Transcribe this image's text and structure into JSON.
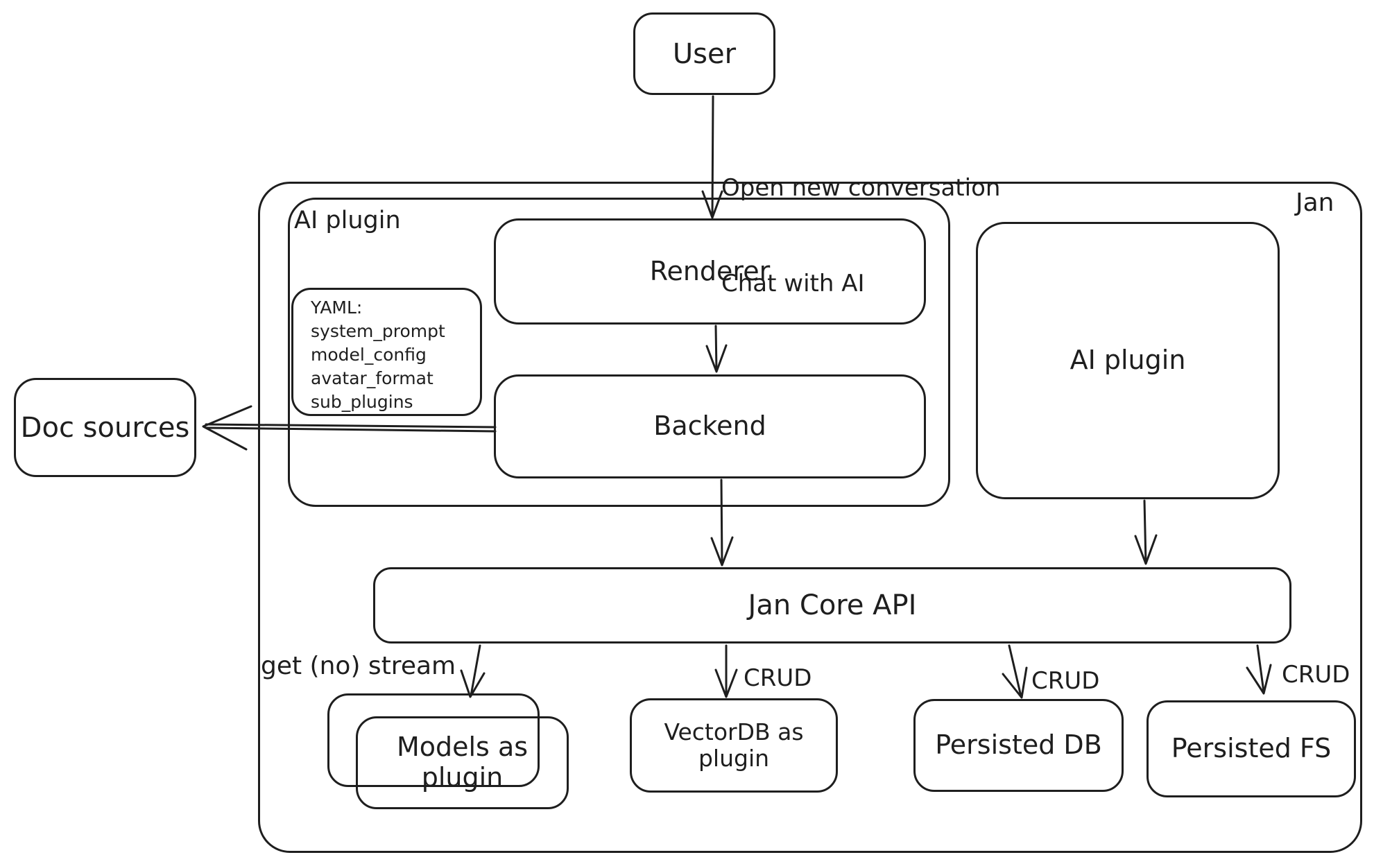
{
  "colors": {
    "stroke": "#1e1e1e",
    "background": "#ffffff"
  },
  "nodes": {
    "user": {
      "label": "User"
    },
    "jan": {
      "label": "Jan"
    },
    "ai_plugin_left": {
      "label": "AI plugin"
    },
    "renderer": {
      "label": "Renderer"
    },
    "backend": {
      "label": "Backend"
    },
    "yaml_note": {
      "lines": [
        "YAML:",
        "system_prompt",
        "model_config",
        "avatar_format",
        "sub_plugins"
      ]
    },
    "doc_sources": {
      "label": "Doc sources"
    },
    "ai_plugin_right": {
      "label": "AI plugin"
    },
    "jan_core_api": {
      "label": "Jan Core API"
    },
    "models_as_plugin": {
      "label": "Models as plugin"
    },
    "vectordb_as_plugin": {
      "label": "VectorDB as plugin"
    },
    "persisted_db": {
      "label": "Persisted DB"
    },
    "persisted_fs": {
      "label": "Persisted FS"
    }
  },
  "edges": {
    "user_to_renderer": {
      "lines": [
        "Open new conversation",
        "Chat with AI"
      ]
    },
    "api_to_models": {
      "label": "get (no) stream"
    },
    "api_to_vectordb": {
      "label": "CRUD"
    },
    "api_to_persisted_db": {
      "label": "CRUD"
    },
    "api_to_persisted_fs": {
      "label": "CRUD"
    }
  }
}
